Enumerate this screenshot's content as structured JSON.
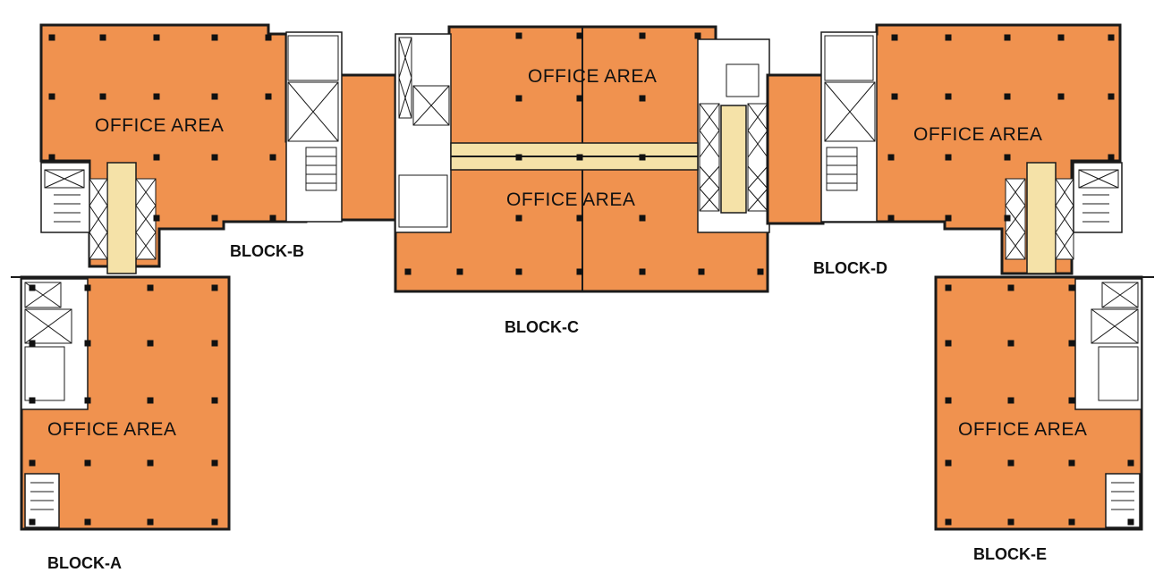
{
  "plan": {
    "colors": {
      "office": "#f0924f",
      "lobby": "#f5e2a8",
      "core": "#ffffff",
      "line": "#1a1a1a"
    },
    "blocks": [
      {
        "id": "a",
        "label": "BLOCK-A",
        "area_label": "OFFICE AREA"
      },
      {
        "id": "b",
        "label": "BLOCK-B",
        "area_label": "OFFICE AREA"
      },
      {
        "id": "c",
        "label": "BLOCK-C",
        "area_labels": [
          "OFFICE AREA",
          "OFFICE AREA"
        ]
      },
      {
        "id": "d",
        "label": "BLOCK-D",
        "area_label": "OFFICE AREA"
      },
      {
        "id": "e",
        "label": "BLOCK-E",
        "area_label": "OFFICE AREA"
      }
    ]
  }
}
